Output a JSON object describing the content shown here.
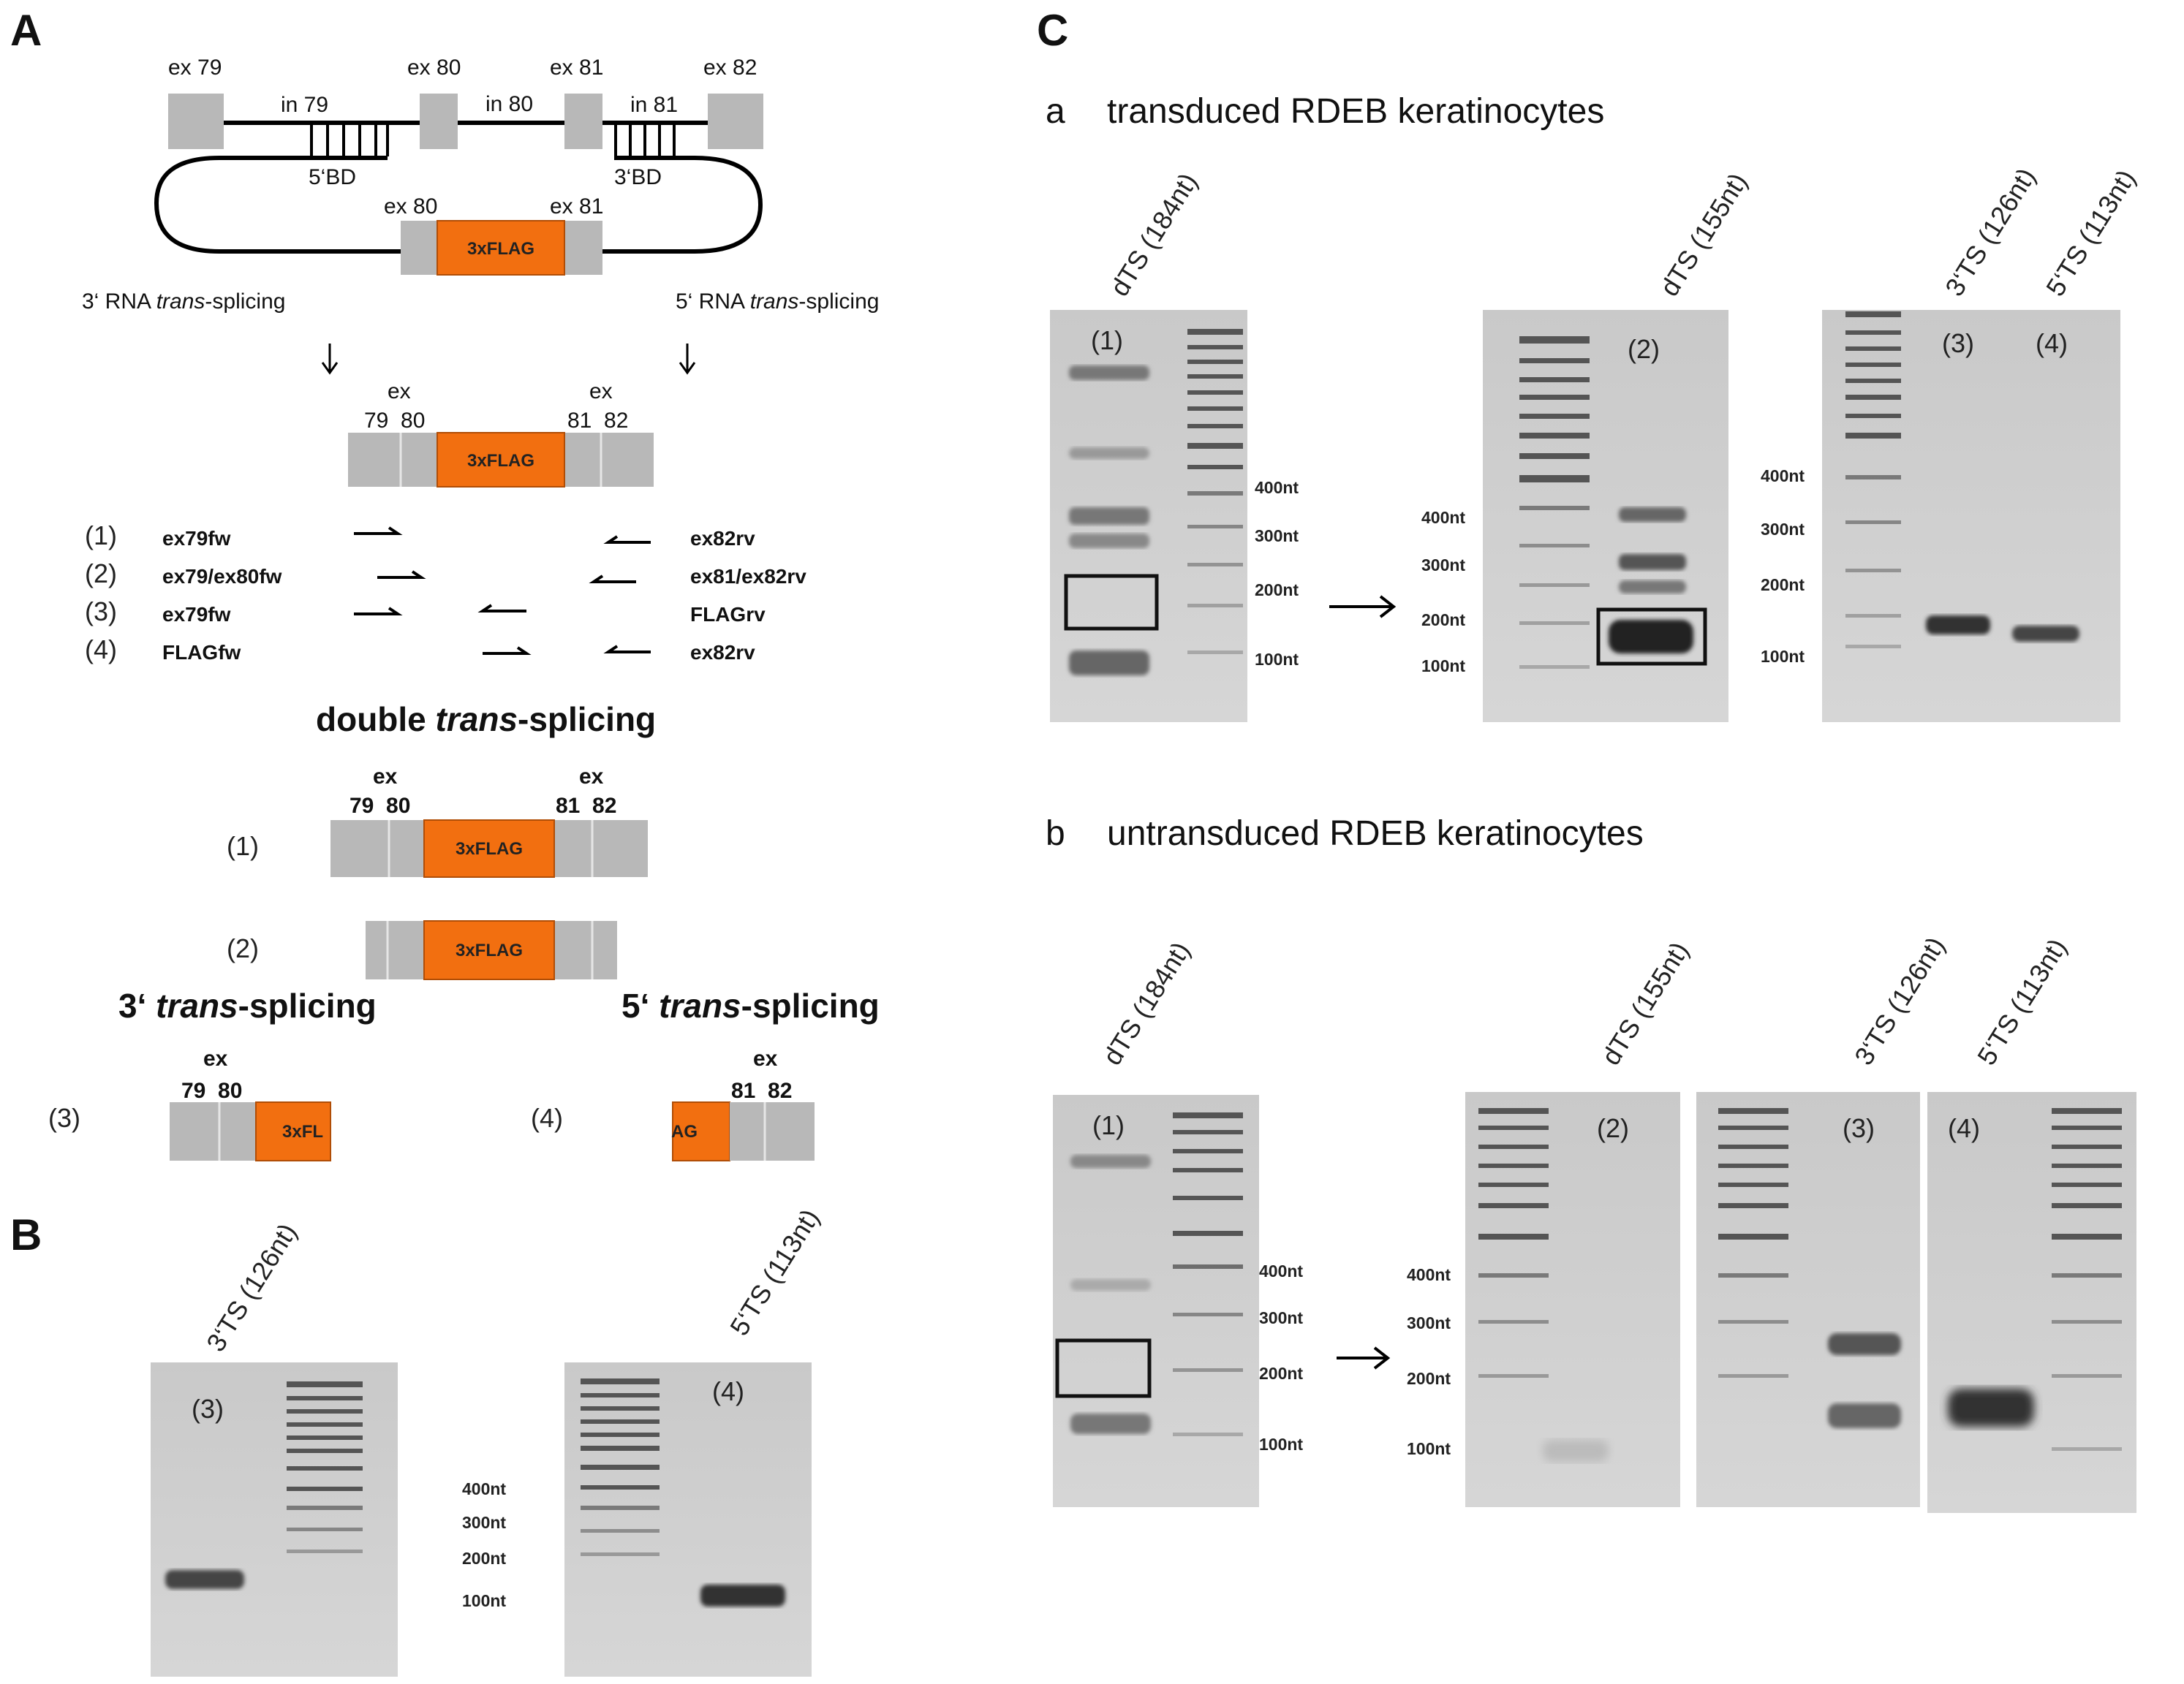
{
  "colors": {
    "exon": "#b8b8b8",
    "flag": "#f26f10",
    "gel": "#d0d0d0",
    "band": "#4a4a4a"
  },
  "panel_A": {
    "letter": "A",
    "exon_labels": [
      "ex 79",
      "ex 80",
      "ex 81",
      "ex 82"
    ],
    "intron_labels": [
      "in 79",
      "in 80",
      "in 81"
    ],
    "bd_labels": [
      "5‘BD",
      "3‘BD"
    ],
    "construct_exons": [
      "ex 80",
      "ex 81"
    ],
    "flag_label": "3xFLAG",
    "splice_3": {
      "prefix": "3‘ RNA ",
      "italic": "trans",
      "suffix": "-splicing"
    },
    "splice_5": {
      "prefix": "5‘ RNA ",
      "italic": "trans",
      "suffix": "-splicing"
    },
    "product_ex_word": "ex",
    "product_nums_left": "79  80",
    "product_nums_right": "81  82",
    "primers": [
      {
        "num": "(1)",
        "fw": "ex79fw",
        "rv": "ex82rv"
      },
      {
        "num": "(2)",
        "fw": "ex79/ex80fw",
        "rv": "ex81/ex82rv"
      },
      {
        "num": "(3)",
        "fw": "ex79fw",
        "rv": "FLAGrv"
      },
      {
        "num": "(4)",
        "fw": "FLAGfw",
        "rv": "ex82rv"
      }
    ],
    "double_title": {
      "prefix": "double ",
      "italic": "trans",
      "suffix": "-splicing"
    },
    "double_items": [
      "(1)",
      "(2)"
    ],
    "ts3_title": {
      "prefix": "3‘ ",
      "italic": "trans",
      "suffix": "-splicing"
    },
    "ts5_title": {
      "prefix": "5‘ ",
      "italic": "trans",
      "suffix": "-splicing"
    },
    "ts3_item": "(3)",
    "ts5_item": "(4)",
    "ts3_partial_flag": "3xFL",
    "ts5_partial_flag": "AG"
  },
  "panel_B": {
    "letter": "B",
    "lane1": "3‘TS (126nt)",
    "lane2": "5‘TS (113nt)",
    "gel1_num": "(3)",
    "gel2_num": "(4)",
    "sizes": [
      "400nt",
      "300nt",
      "200nt",
      "100nt"
    ]
  },
  "panel_C": {
    "letter": "C",
    "a_letter": "a",
    "a_title": "transduced RDEB keratinocytes",
    "b_letter": "b",
    "b_title": "untransduced RDEB keratinocytes",
    "lanes": [
      "dTS (184nt)",
      "dTS (155nt)",
      "3‘TS (126nt)",
      "5‘TS (113nt)"
    ],
    "gel_nums": [
      "(1)",
      "(2)",
      "(3)",
      "(4)"
    ],
    "sizes": [
      "400nt",
      "300nt",
      "200nt",
      "100nt"
    ]
  }
}
